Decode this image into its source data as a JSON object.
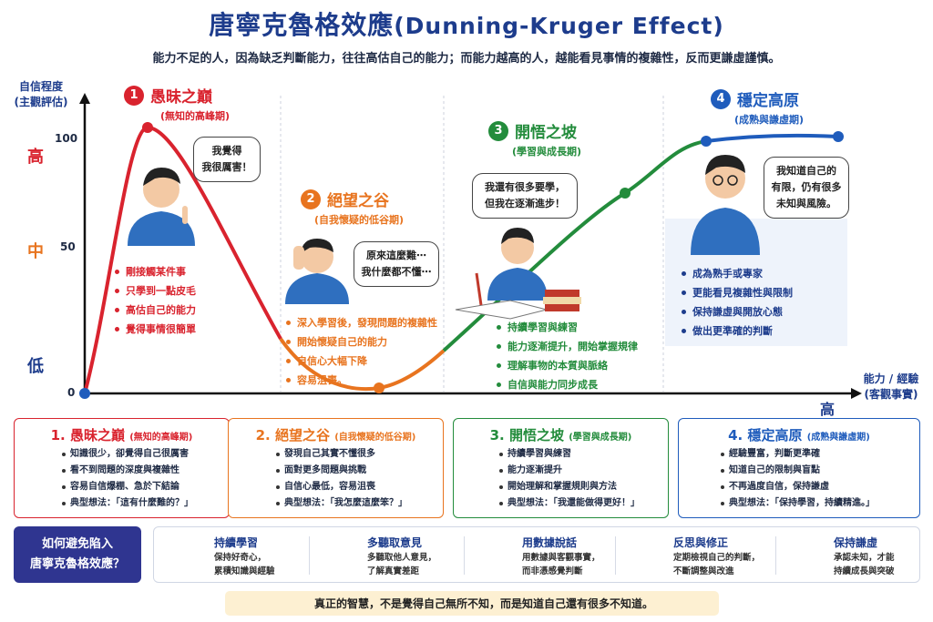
{
  "title": "唐寧克魯格效應",
  "title_en": "(Dunning-Kruger Effect)",
  "subtitle": "能力不足的人，因為缺乏判斷能力，往往高估自己的能力；而能力越高的人，越能看見事情的複雜性，反而更謙虛謹慎。",
  "y_axis": {
    "label_line1": "自信程度",
    "label_line2": "(主觀評估)",
    "high": "高",
    "mid": "中",
    "low": "低",
    "tick_100": "100",
    "tick_50": "50",
    "tick_0": "0"
  },
  "x_axis": {
    "label_line1": "能力 / 經驗",
    "label_line2": "(客觀事實)",
    "high": "高"
  },
  "stages": [
    {
      "num": "1",
      "name": "愚昧之巔",
      "sub": "(無知的高峰期)",
      "color": "#d9232e",
      "bubble_line1": "我覺得",
      "bubble_line2": "我很厲害！",
      "bullets": [
        "剛接觸某件事",
        "只學到一點皮毛",
        "高估自己的能力",
        "覺得事情很簡單"
      ]
    },
    {
      "num": "2",
      "name": "絕望之谷",
      "sub": "(自我懷疑的低谷期)",
      "color": "#e8741f",
      "bubble_line1": "原來這麼難⋯",
      "bubble_line2": "我什麼都不懂⋯",
      "bullets": [
        "深入學習後，發現問題的複雜性",
        "開始懷疑自己的能力",
        "自信心大幅下降",
        "容易沮喪。"
      ]
    },
    {
      "num": "3",
      "name": "開悟之坡",
      "sub": "(學習與成長期)",
      "color": "#238c3c",
      "bubble_line1": "我還有很多要學，",
      "bubble_line2": "但我在逐漸進步！",
      "bullets": [
        "持續學習與練習",
        "能力逐漸提升，開始掌握規律",
        "理解事物的本質與脈絡",
        "自信與能力同步成長"
      ]
    },
    {
      "num": "4",
      "name": "穩定高原",
      "sub": "(成熟與謙虛期)",
      "color": "#1f5cbc",
      "bubble_line1": "我知道自己的",
      "bubble_line2": "有限，仍有很多",
      "bubble_line3": "未知與風險。",
      "bullets": [
        "成為熟手或專家",
        "更能看見複雜性與限制",
        "保持謙虛與開放心態",
        "做出更準確的判斷"
      ]
    }
  ],
  "cards": [
    {
      "title": "1. 愚昧之巔",
      "sub": "(無知的高峰期)",
      "color": "#d9232e",
      "icon": "lightbulb-icon",
      "items": [
        "知識很少，卻覺得自己很厲害",
        "看不到問題的深度與複雜性",
        "容易自信爆棚、急於下結論",
        "典型想法：「這有什麼難的？」"
      ]
    },
    {
      "title": "2. 絕望之谷",
      "sub": "(自我懷疑的低谷期)",
      "color": "#e8741f",
      "icon": "worried-face-icon",
      "items": [
        "發現自己其實不懂很多",
        "面對更多問題與挑戰",
        "自信心最低，容易沮喪",
        "典型想法：「我怎麼這麼笨？」"
      ]
    },
    {
      "title": "3. 開悟之坡",
      "sub": "(學習與成長期)",
      "color": "#238c3c",
      "icon": "smiling-face-icon",
      "items": [
        "持續學習與練習",
        "能力逐漸提升",
        "開始理解和掌握規則與方法",
        "典型想法：「我還能做得更好！」"
      ]
    },
    {
      "title": "4. 穩定高原",
      "sub": "(成熟與謙虛期)",
      "color": "#1f5cbc",
      "icon": "calm-face-icon",
      "items": [
        "經驗豐富，判斷更準確",
        "知道自己的限制與盲點",
        "不再過度自信，保持謙虛",
        "典型想法：「保持學習，持續精進。」"
      ]
    }
  ],
  "avoid": {
    "line1": "如何避免陷入",
    "line2": "唐寧克魯格效應？"
  },
  "tips": [
    {
      "icon": "book-icon",
      "title": "持續學習",
      "desc1": "保持好奇心，",
      "desc2": "累積知識與經驗"
    },
    {
      "icon": "people-icon",
      "title": "多聽取意見",
      "desc1": "多聽取他人意見，",
      "desc2": "了解真實差距"
    },
    {
      "icon": "chart-magnifier-icon",
      "title": "用數據說話",
      "desc1": "用數據與客觀事實，",
      "desc2": "而非憑感覺判斷"
    },
    {
      "icon": "target-icon",
      "title": "反思與修正",
      "desc1": "定期檢視自己的判斷，",
      "desc2": "不斷調整與改進"
    },
    {
      "icon": "heart-icon",
      "title": "保持謙虛",
      "desc1": "承認未知，才能",
      "desc2": "持續成長與突破"
    }
  ],
  "quote": "真正的智慧，不是覺得自己無所不知，而是知道自己還有很多不知道。"
}
